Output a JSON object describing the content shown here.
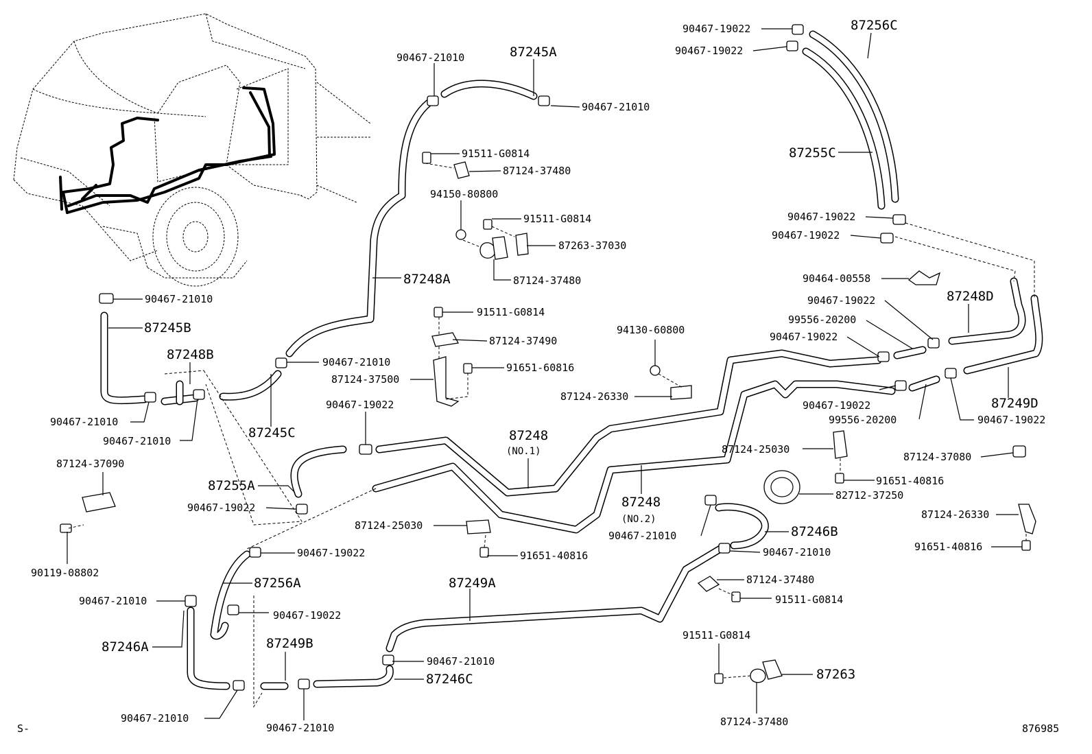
{
  "labels": {
    "p90467_19022_a": "90467-19022",
    "p90467_19022_b": "90467-19022",
    "p87256C": "87256C",
    "p90467_21010_a": "90467-21010",
    "p87245A": "87245A",
    "p90467_21010_b": "90467-21010",
    "p91511_G0814_a": "91511-G0814",
    "p87124_37480_a": "87124-37480",
    "p87255C": "87255C",
    "p94150_80800": "94150-80800",
    "p91511_G0814_b": "91511-G0814",
    "p87263_37030": "87263-37030",
    "p90467_19022_c": "90467-19022",
    "p90467_19022_d": "90467-19022",
    "p87124_37480_b": "87124-37480",
    "p87248A": "87248A",
    "p90464_00558": "90464-00558",
    "p90467_21010_c": "90467-21010",
    "p87245B": "87245B",
    "p91511_G0814_c": "91511-G0814",
    "p90467_19022_e": "90467-19022",
    "p87248D": "87248D",
    "p87124_37490": "87124-37490",
    "p94130_60800": "94130-60800",
    "p99556_20200_a": "99556-20200",
    "p87248B": "87248B",
    "p90467_21010_d": "90467-21010",
    "p90467_19022_f": "90467-19022",
    "p87124_37500": "87124-37500",
    "p91651_60816": "91651-60816",
    "p87124_26330_a": "87124-26330",
    "p90467_19022_g": "90467-19022",
    "p87249D": "87249D",
    "p99556_20200_b": "99556-20200",
    "p90467_19022_h": "90467-19022",
    "p90467_21010_e": "90467-21010",
    "p90467_21010_f": "90467-21010",
    "p90467_19022_i": "90467-19022",
    "p87245C": "87245C",
    "p87248_no1": "87248",
    "p87248_no1_sub": "(NO.1)",
    "p87124_25030_a": "87124-25030",
    "p87124_37080": "87124-37080",
    "p87124_37090": "87124-37090",
    "p87255A": "87255A",
    "p87248_no2": "87248",
    "p87248_no2_sub": "(NO.2)",
    "p91651_40816_a": "91651-40816",
    "p82712_37250": "82712-37250",
    "p90467_19022_j": "90467-19022",
    "p87124_26330_b": "87124-26330",
    "p87124_25030_b": "87124-25030",
    "p90467_21010_g": "90467-21010",
    "p87246B": "87246B",
    "p91651_40816_b": "91651-40816",
    "p91651_40816_c": "91651-40816",
    "p90119_08802": "90119-08802",
    "p90467_19022_k": "90467-19022",
    "p90467_21010_h": "90467-21010",
    "p87256A": "87256A",
    "p87249A": "87249A",
    "p87124_37480_c": "87124-37480",
    "p91511_G0814_d": "91511-G0814",
    "p90467_21010_i": "90467-21010",
    "p90467_19022_l": "90467-19022",
    "p87246A": "87246A",
    "p87249B": "87249B",
    "p91511_G0814_e": "91511-G0814",
    "p90467_21010_j": "90467-21010",
    "p87246C": "87246C",
    "p87263": "87263",
    "p90467_21010_k": "90467-21010",
    "p90467_21010_l": "90467-21010",
    "p87124_37480_d": "87124-37480",
    "corner_left": "S-",
    "corner_right": "876985"
  }
}
